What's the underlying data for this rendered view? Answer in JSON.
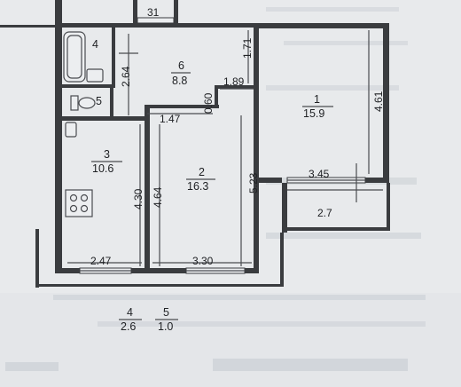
{
  "rooms": {
    "r1": {
      "number": "1",
      "area": "15.9"
    },
    "r2": {
      "number": "2",
      "area": "16.3"
    },
    "r3": {
      "number": "3",
      "area": "10.6"
    },
    "r4": {
      "number": "4"
    },
    "r5": {
      "number": "5"
    },
    "r6": {
      "number": "6",
      "area": "8.8"
    }
  },
  "dimensions": {
    "top_fragment": "31",
    "hall_height": "2.64",
    "hall_pass_width": "1.71",
    "nook_width": "1.89",
    "nook_depth": "0.60",
    "corridor_width": "1.47",
    "kitchen_height": "4.30",
    "room2_left_height": "4.64",
    "room2_right_height": "5.23",
    "room1_height": "4.61",
    "balcony_width": "3.45",
    "balcony_area": "2.7",
    "kitchen_width": "2.47",
    "room2_width": "3.30"
  },
  "summary": {
    "count_rooms": "4",
    "count_areas": "5",
    "value_a": "2.6",
    "value_b": "1.0"
  },
  "colors": {
    "paper": "#e8eaec",
    "wall": "#3a3c3f",
    "ink": "#202225"
  }
}
